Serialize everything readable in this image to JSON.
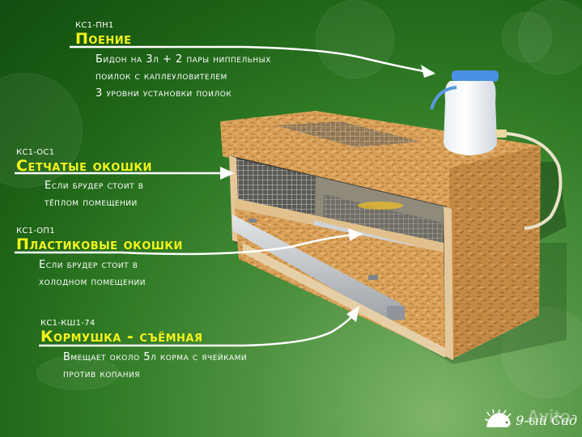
{
  "callouts": [
    {
      "code": "КС1-ПН1",
      "title": "Поение",
      "lines": [
        "Бидон на 3л + 2 пары ниппельных",
        "поилок с каплеуловителем",
        "3 уровни установки поилок"
      ]
    },
    {
      "code": "КС1-ОС1",
      "title": "Сетчатые окошки",
      "lines": [
        "Если брудер стоит в",
        "тёплом помещении"
      ]
    },
    {
      "code": "КС1-ОП1",
      "title": "Пластиковые окошки",
      "lines": [
        "Если брудер стоит в",
        "холодном помещении"
      ]
    },
    {
      "code": "КС1-КШ1-74",
      "title": "Кормушка - съёмная",
      "lines": [
        "Вмещает около 5л корма с ячейками",
        "против копания"
      ]
    }
  ],
  "watermark": {
    "brand": "9-ый Сад",
    "marketplace": "Avito",
    "logo_icon": "hedgehog-icon"
  },
  "colors": {
    "title_yellow": "#f4f51a",
    "background_green_dark": "#124d0f",
    "background_green_light": "#7fb56a",
    "osb_wood": "#d9a15a",
    "canister_cap": "#4a90e2"
  },
  "image": {
    "subject": "brooder box made of OSB with nipple drinker canister, mesh windows and removable feeder"
  }
}
